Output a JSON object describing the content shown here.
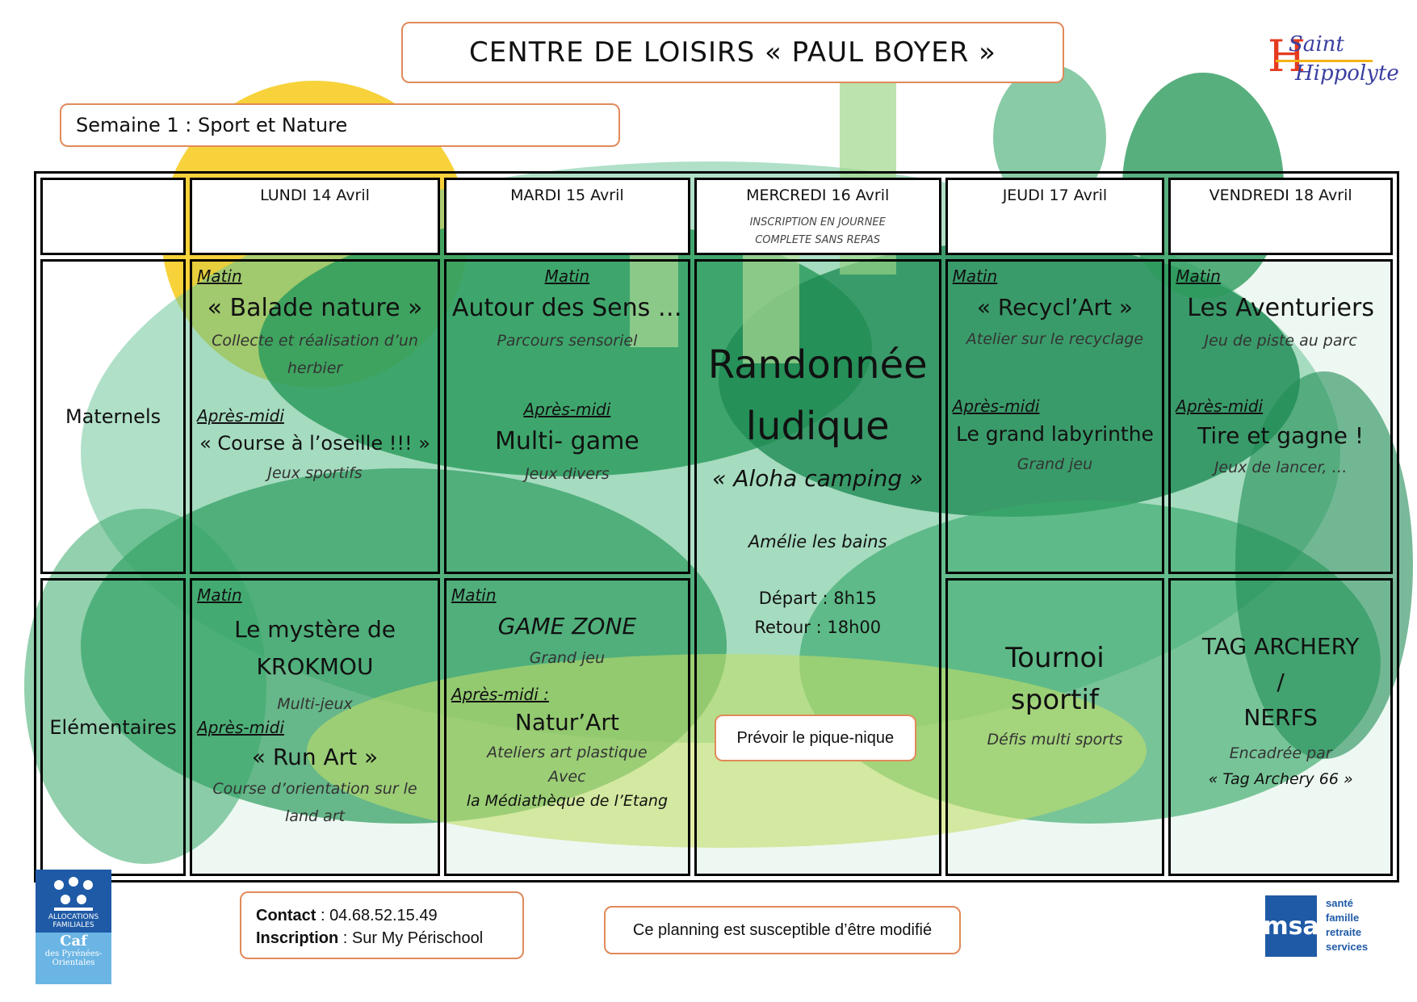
{
  "title": "CENTRE DE LOISIRS « PAUL BOYER »",
  "week": "Semaine 1 : Sport et Nature",
  "logo_town": {
    "line1": "Saint",
    "line2": "Hippolyte",
    "initial": "H"
  },
  "days": [
    {
      "label": "LUNDI 14 Avril"
    },
    {
      "label": "MARDI 15 Avril"
    },
    {
      "label": "MERCREDI 16 Avril",
      "sub1": "INSCRIPTION EN JOURNEE",
      "sub2": "COMPLETE SANS REPAS"
    },
    {
      "label": "JEUDI 17 Avril"
    },
    {
      "label": "VENDREDI 18 Avril"
    }
  ],
  "rows": {
    "maternels": "Maternels",
    "elementaires": "Elémentaires"
  },
  "labels": {
    "matin": "Matin",
    "apres_midi": "Après-midi",
    "apres_midi_colon": "Après-midi :"
  },
  "maternels": {
    "lundi": {
      "am_title": "« Balade nature »",
      "am_note": "Collecte et réalisation d’un herbier",
      "pm_title": "« Course à l’oseille !!! »",
      "pm_note": "Jeux sportifs"
    },
    "mardi": {
      "am_title": "Autour des Sens …",
      "am_note": "Parcours sensoriel",
      "pm_title": "Multi- game",
      "pm_note": "Jeux divers"
    },
    "jeudi": {
      "am_title": "« Recycl’Art »",
      "am_note": "Atelier sur le recyclage",
      "pm_title": "Le grand labyrinthe",
      "pm_note": "Grand jeu"
    },
    "vendredi": {
      "am_title": "Les Aventuriers",
      "am_note": "Jeu de piste au parc",
      "pm_title": "Tire et gagne !",
      "pm_note": "Jeux de lancer, …"
    }
  },
  "mercredi": {
    "line1": "Randonnée",
    "line2": "ludique",
    "subtitle": "« Aloha camping »",
    "place": "Amélie les bains",
    "depart": "Départ : 8h15",
    "retour": "Retour : 18h00",
    "note": "Prévoir le pique-nique"
  },
  "elementaires": {
    "lundi": {
      "am_title1": "Le mystère de",
      "am_title2": "KROKMOU",
      "am_note": "Multi-jeux",
      "pm_title": "« Run Art »",
      "pm_note": "Course d’orientation sur le land art"
    },
    "mardi": {
      "am_title": "GAME ZONE",
      "am_note": "Grand jeu",
      "pm_title": "Natur’Art",
      "pm_note1": "Ateliers art plastique",
      "pm_note2": "Avec",
      "pm_note3": "la Médiathèque de l’Etang"
    },
    "jeudi": {
      "title1": "Tournoi",
      "title2": "sportif",
      "note": "Défis multi sports"
    },
    "vendredi": {
      "title1": "TAG ARCHERY",
      "title2": "/",
      "title3": "NERFS",
      "note1": "Encadrée par",
      "note2": "« Tag Archery 66 »"
    }
  },
  "contact": {
    "contact_label": "Contact",
    "contact_value": " : 04.68.52.15.49",
    "inscription_label": "Inscription",
    "inscription_value": " : Sur My Périschool"
  },
  "disclaimer": "Ce planning est susceptible d’être modifié",
  "caf": {
    "line1": "ALLOCATIONS",
    "line2": "FAMILIALES",
    "line3": "Caf",
    "line4": "des Pyrénées-",
    "line5": "Orientales"
  },
  "msa": {
    "mark": "msa",
    "w1": "santé",
    "w2": "famille",
    "w3": "retraite",
    "w4": "services"
  },
  "colors": {
    "accent_border": "#e08a5a",
    "green": "#2e9b5e"
  }
}
